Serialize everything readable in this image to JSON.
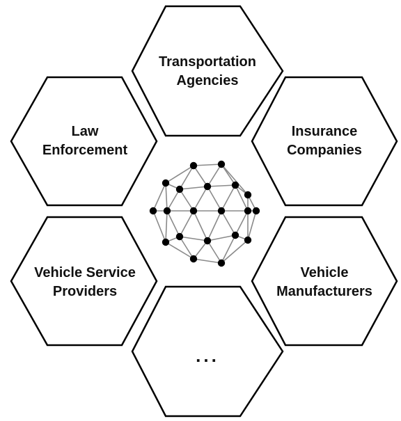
{
  "colors": {
    "hex_stroke": "#000000",
    "hex_fill": "#ffffff",
    "text": "#111111",
    "network_edge": "#8a8a8a",
    "network_node": "#000000"
  },
  "hexagons": {
    "top": {
      "lines": [
        "Transportation",
        "Agencies"
      ]
    },
    "upper_left": {
      "lines": [
        "Law",
        "Enforcement"
      ]
    },
    "upper_right": {
      "lines": [
        "Insurance",
        "Companies"
      ]
    },
    "lower_left": {
      "lines": [
        "Vehicle Service",
        "Providers"
      ]
    },
    "lower_right": {
      "lines": [
        "Vehicle",
        "Manufacturers"
      ]
    },
    "bottom": {
      "lines": [
        "..."
      ]
    }
  },
  "center": {
    "icon": "network-globe-icon"
  }
}
